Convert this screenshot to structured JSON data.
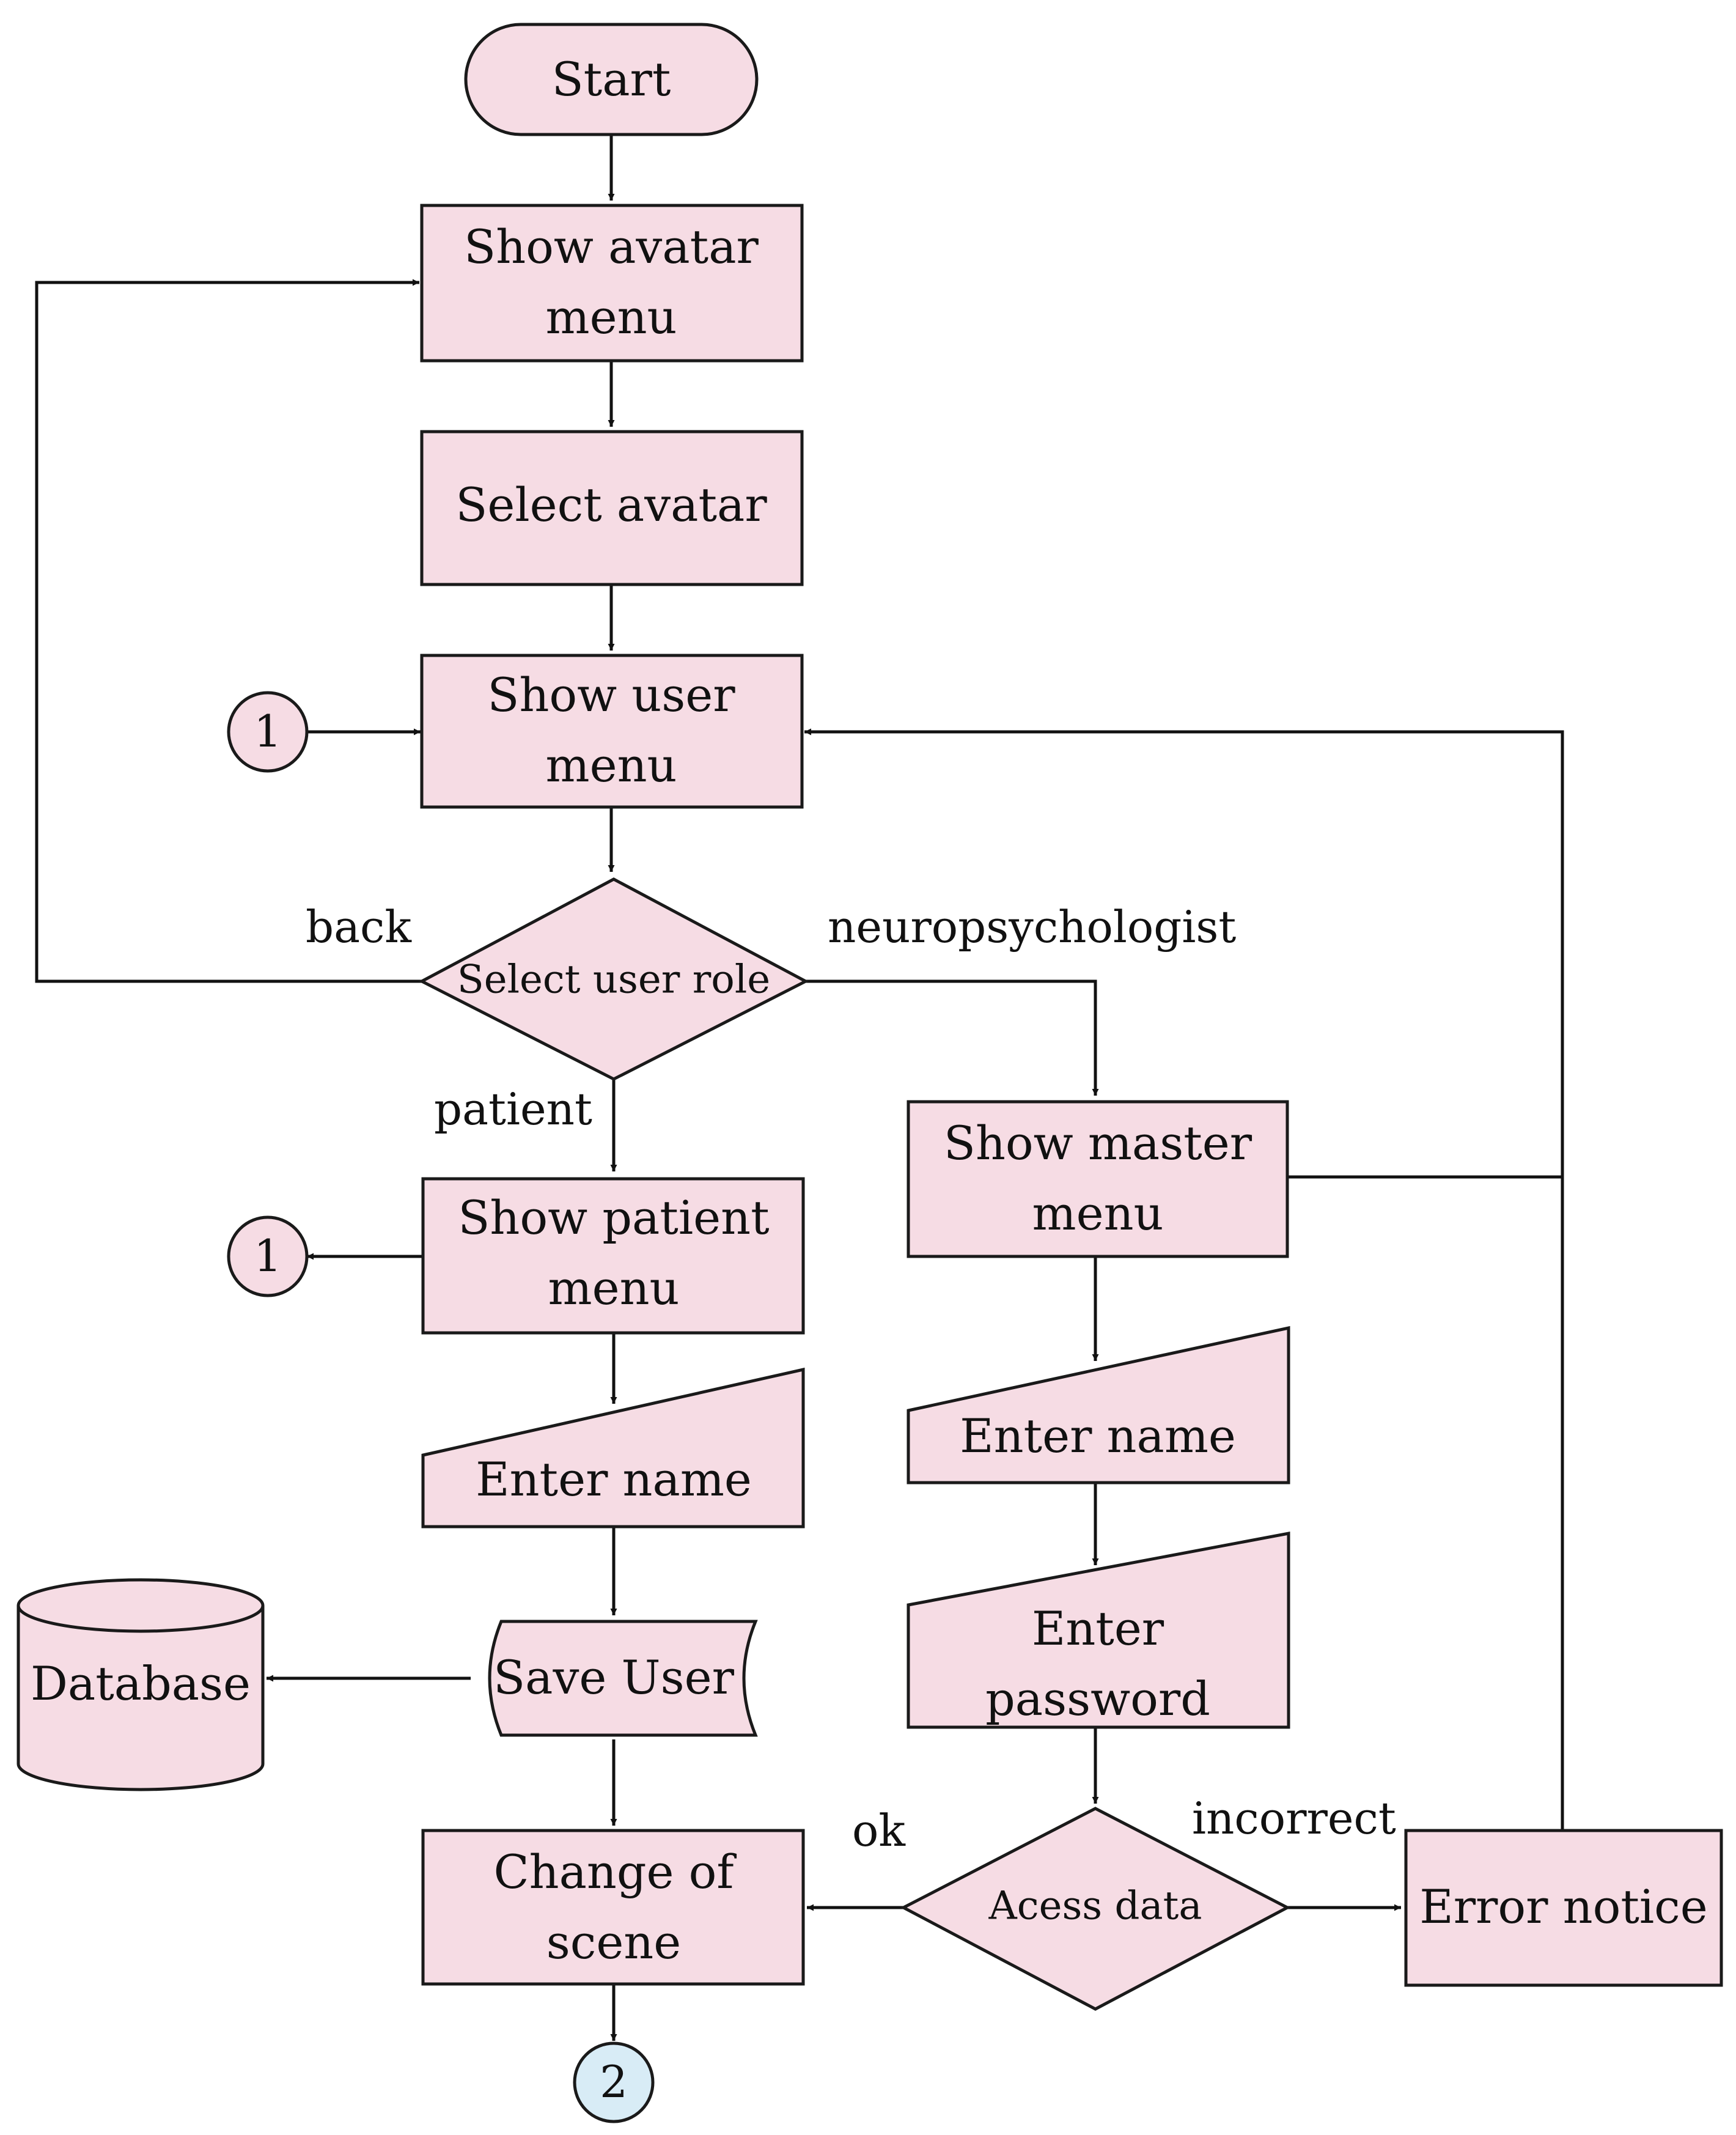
{
  "nodes": {
    "start": "Start",
    "show_avatar_menu": [
      "Show avatar",
      "menu"
    ],
    "select_avatar": "Select avatar",
    "show_user_menu": [
      "Show user",
      "menu"
    ],
    "select_user_role": "Select user role",
    "show_patient_menu": [
      "Show patient",
      "menu"
    ],
    "enter_name_patient": "Enter name",
    "save_user": "Save User",
    "database": "Database",
    "change_of_scene": [
      "Change of",
      "scene"
    ],
    "show_master_menu": [
      "Show master",
      "menu"
    ],
    "enter_name_master": "Enter name",
    "enter_password": [
      "Enter",
      "password"
    ],
    "access_data": "Acess data",
    "error_notice": "Error notice",
    "connector_1_in": "1",
    "connector_1_out": "1",
    "connector_2": "2"
  },
  "edge_labels": {
    "back": "back",
    "neuropsychologist": "neuropsychologist",
    "patient": "patient",
    "ok": "ok",
    "incorrect": "incorrect"
  },
  "colors": {
    "node_fill": "#f6dce4",
    "connector_2_fill": "#d8ecf6",
    "stroke": "#1a1a1a"
  }
}
